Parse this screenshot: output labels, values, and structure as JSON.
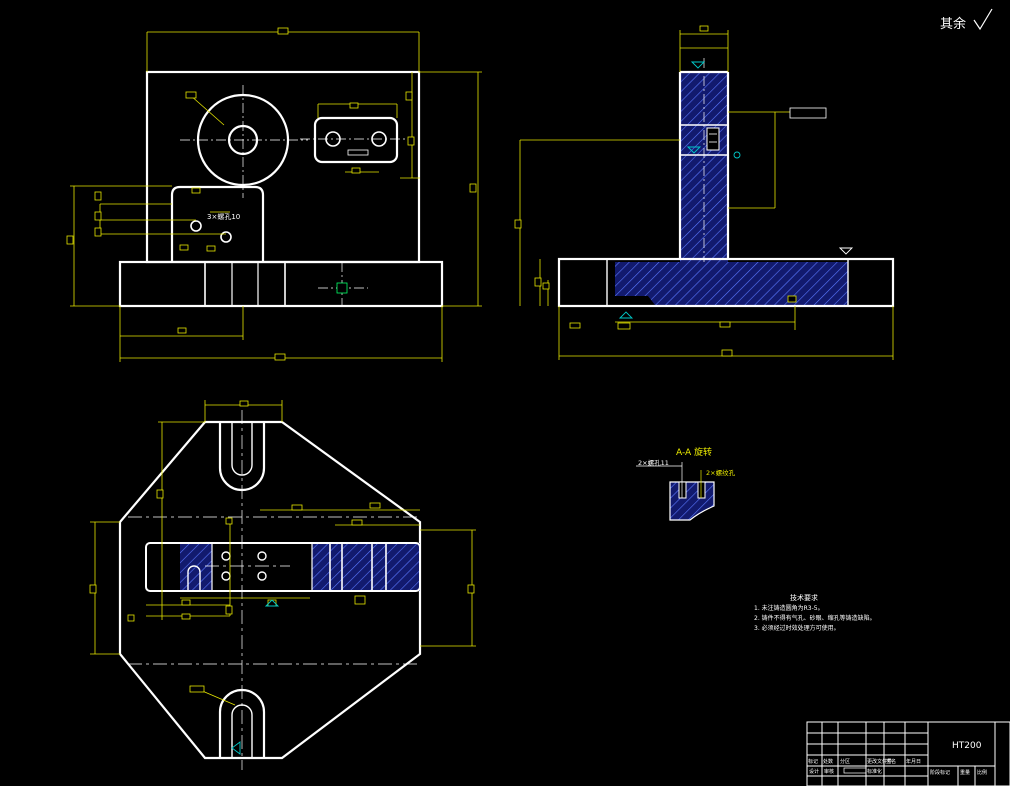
{
  "surface_finish_note": "其余",
  "section_label": "A-A 旋转",
  "section_notes": {
    "holes_left": "2×螺孔11",
    "holes_right": "2×螺纹孔"
  },
  "front_view_note": "3×螺孔10",
  "tech_requirements": {
    "title": "技术要求",
    "items": [
      "1. 未注铸造圆角为R3-5。",
      "2. 铸件不得有气孔、砂眼、缩孔等铸造缺陷。",
      "3. 必须经过时效处理方可使用。"
    ]
  },
  "title_block": {
    "material": "HT200",
    "row_labels": [
      "标记",
      "处数",
      "分区",
      "更改文件号",
      "签名",
      "年月日"
    ],
    "row_labels_2": [
      "设计",
      "审核",
      "标准化"
    ],
    "stage_labels": [
      "阶段标记",
      "重量",
      "比例"
    ]
  },
  "colors": {
    "line": "#ffffff",
    "dimension": "#e6e600",
    "hatch_fill": "#121a6e",
    "hatch_line": "#5a78ff",
    "center": "#00c8c8",
    "accent": "#00ff66"
  }
}
